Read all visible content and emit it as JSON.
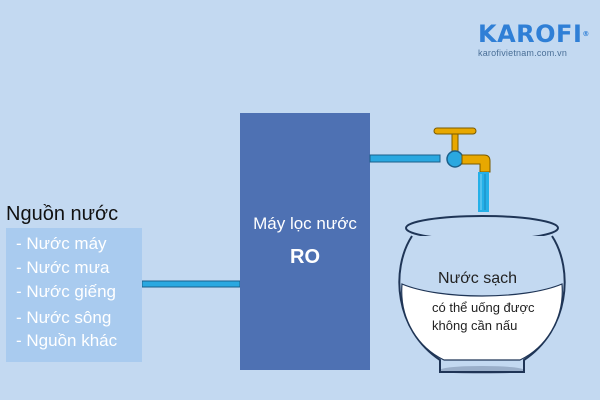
{
  "brand": {
    "name": "KAROFI",
    "mark": "®",
    "url": "karofivietnam.com.vn",
    "color": "#2f7fd6"
  },
  "source": {
    "title": "Nguồn nước",
    "items": [
      "- Nước máy",
      "- Nước mưa",
      "- Nước giếng",
      "- Nước sông",
      "- Nguồn khác"
    ]
  },
  "machine": {
    "title": "Máy lọc nước",
    "subtitle": "RO",
    "color": "#4e71b3"
  },
  "output": {
    "title": "Nước sạch",
    "lines": [
      "có thể uống được",
      "không cần nấu"
    ]
  },
  "colors": {
    "background": "#c3d9f1",
    "pipe": "#2aa8e0",
    "faucet": "#e8a800",
    "water": "#25b0e8"
  }
}
